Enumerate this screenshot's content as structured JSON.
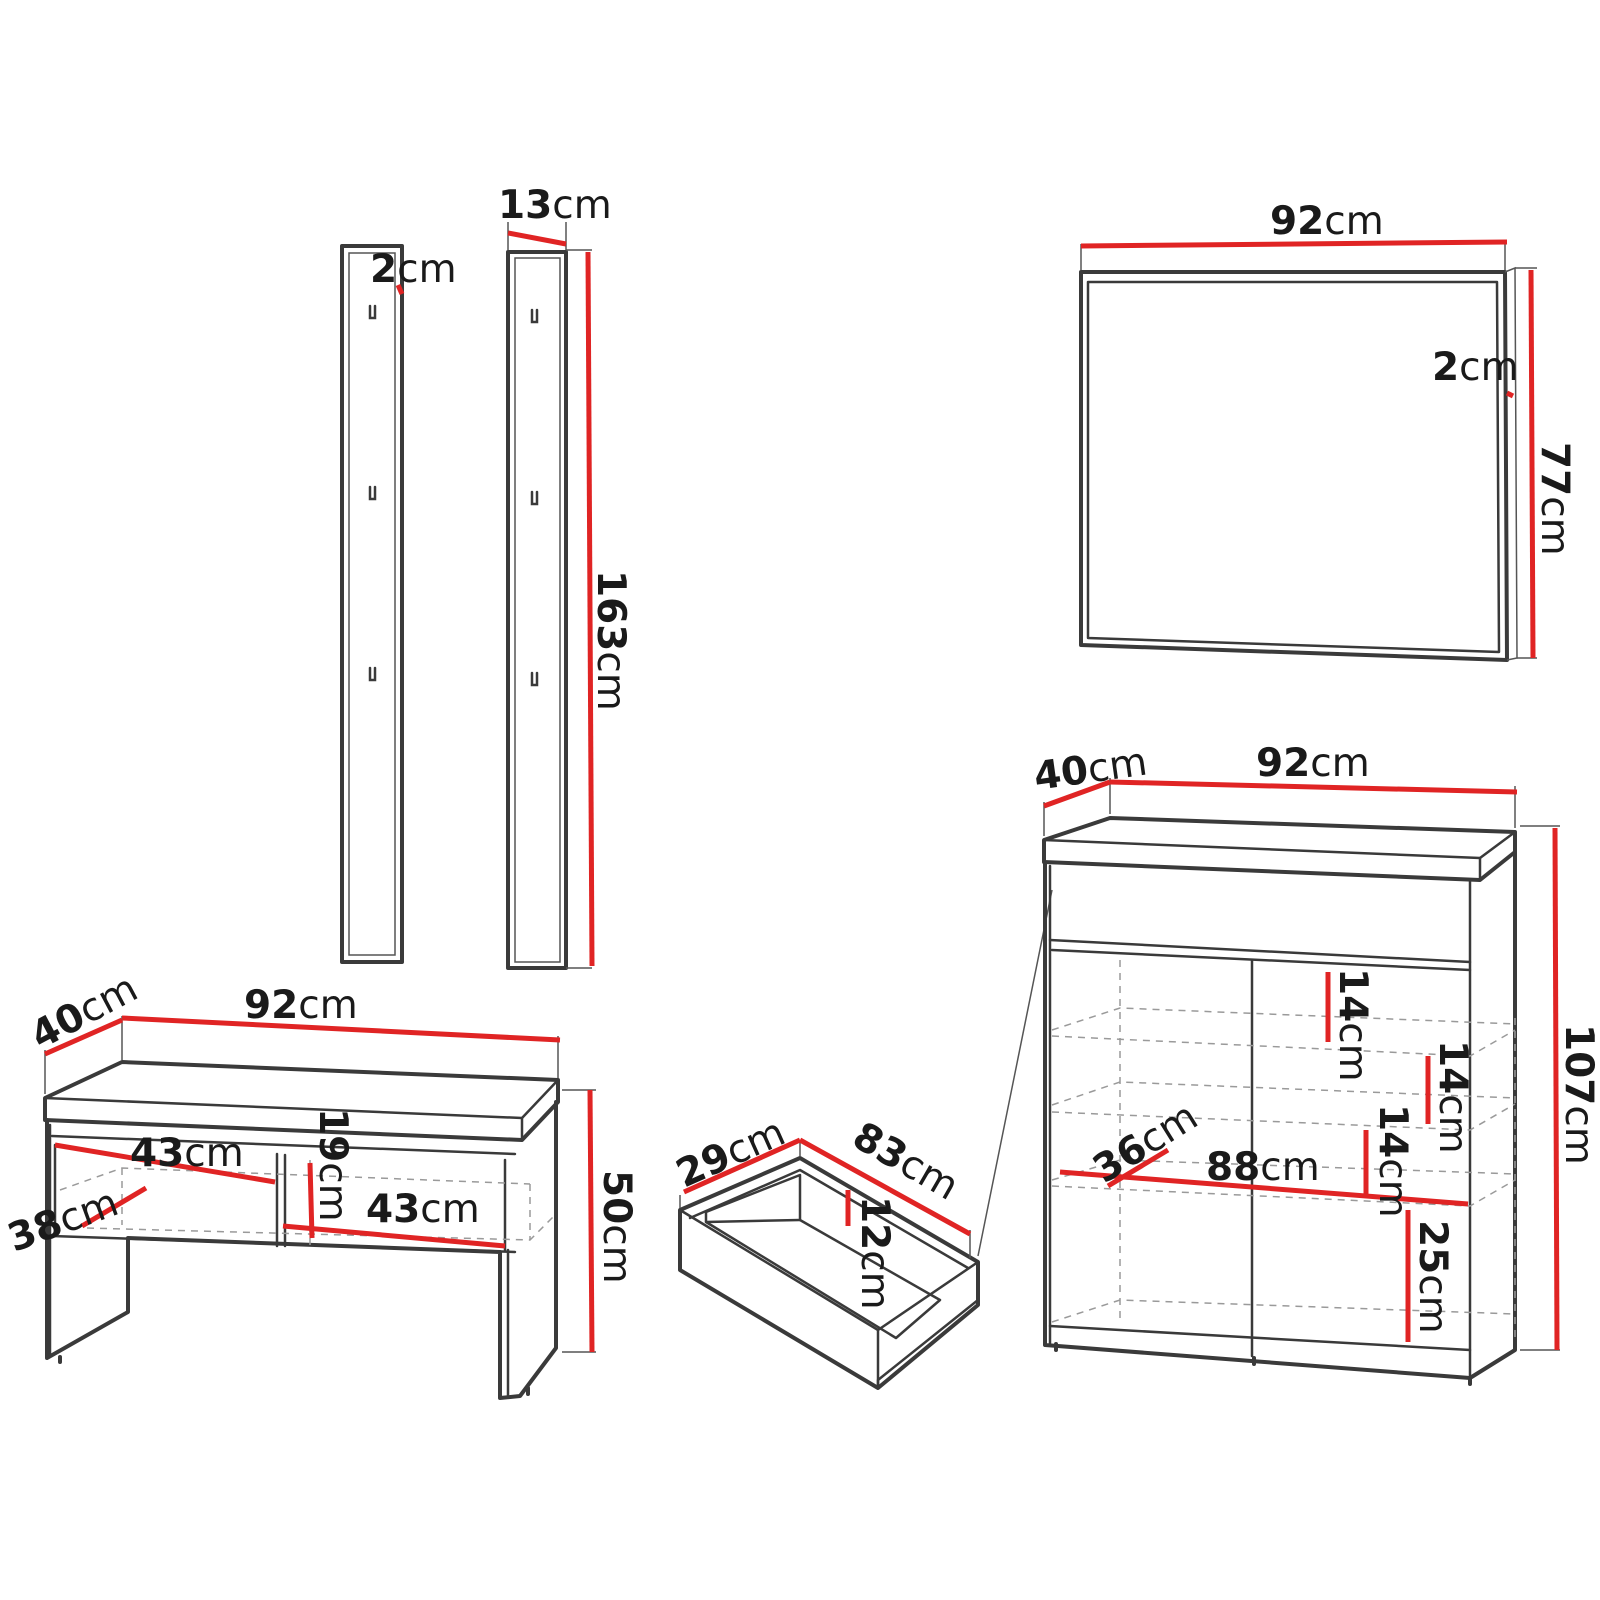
{
  "colors": {
    "dimension_line": "#e02424",
    "outline": "#3a3a3a"
  },
  "labels": {
    "panel_narrow_depth": {
      "value": "2",
      "unit": "cm"
    },
    "panel_wide_width": {
      "value": "13",
      "unit": "cm"
    },
    "panel_height": {
      "value": "163",
      "unit": "cm"
    },
    "mirror_width": {
      "value": "92",
      "unit": "cm"
    },
    "mirror_depth": {
      "value": "2",
      "unit": "cm"
    },
    "mirror_height": {
      "value": "77",
      "unit": "cm"
    },
    "bench_depth": {
      "value": "40",
      "unit": "cm"
    },
    "bench_width": {
      "value": "92",
      "unit": "cm"
    },
    "bench_height": {
      "value": "50",
      "unit": "cm"
    },
    "bench_left_compartment_width": {
      "value": "43",
      "unit": "cm"
    },
    "bench_left_compartment_depth": {
      "value": "38",
      "unit": "cm"
    },
    "bench_compartment_height": {
      "value": "19",
      "unit": "cm"
    },
    "bench_right_compartment_width": {
      "value": "43",
      "unit": "cm"
    },
    "drawer_depth": {
      "value": "29",
      "unit": "cm"
    },
    "drawer_width": {
      "value": "83",
      "unit": "cm"
    },
    "drawer_height": {
      "value": "12",
      "unit": "cm"
    },
    "cabinet_depth": {
      "value": "40",
      "unit": "cm"
    },
    "cabinet_width": {
      "value": "92",
      "unit": "cm"
    },
    "cabinet_height": {
      "value": "107",
      "unit": "cm"
    },
    "cabinet_shelf_gap_left": {
      "value": "14",
      "unit": "cm"
    },
    "cabinet_shelf_gap_right_top": {
      "value": "14",
      "unit": "cm"
    },
    "cabinet_shelf_gap_right_mid": {
      "value": "14",
      "unit": "cm"
    },
    "cabinet_shelf_depth": {
      "value": "36",
      "unit": "cm"
    },
    "cabinet_shelf_width": {
      "value": "88",
      "unit": "cm"
    },
    "cabinet_bottom_gap": {
      "value": "25",
      "unit": "cm"
    }
  }
}
